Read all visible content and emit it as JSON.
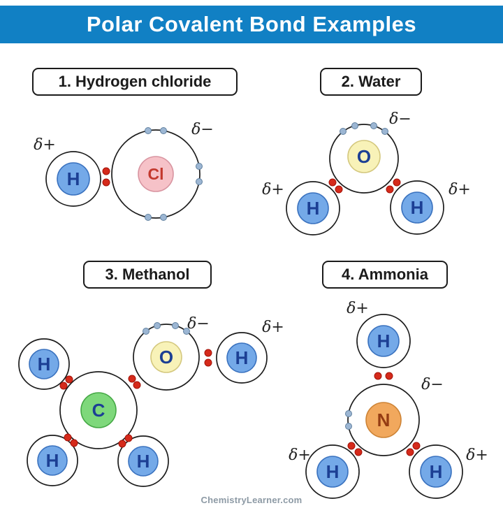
{
  "header": {
    "title": "Polar Covalent Bond Examples"
  },
  "panels": [
    {
      "label": "1. Hydrogen chloride"
    },
    {
      "label": "2. Water"
    },
    {
      "label": "3. Methanol"
    },
    {
      "label": "4. Ammonia"
    }
  ],
  "molecules": {
    "hcl": {
      "h_symbol": "H",
      "cl_symbol": "Cl",
      "delta_on_h": "δ+",
      "delta_on_cl": "δ−"
    },
    "water": {
      "o_symbol": "O",
      "h_left_symbol": "H",
      "h_right_symbol": "H",
      "delta_on_o": "δ−",
      "delta_on_h_left": "δ+",
      "delta_on_h_right": "δ+"
    },
    "methanol": {
      "c_symbol": "C",
      "o_symbol": "O",
      "h_left_symbol": "H",
      "h_bottom_left_symbol": "H",
      "h_bottom_right_symbol": "H",
      "h_on_oxygen_symbol": "H",
      "delta_on_o": "δ−",
      "delta_on_h": "δ+"
    },
    "ammonia": {
      "n_symbol": "N",
      "h_top_symbol": "H",
      "h_bottom_left_symbol": "H",
      "h_bottom_right_symbol": "H",
      "delta_on_h_top": "δ+",
      "delta_on_n": "δ−",
      "delta_on_h_bottom_left": "δ+",
      "delta_on_h_bottom_right": "δ+"
    }
  },
  "colors": {
    "banner_bg": "#1180c4",
    "hydrogen_fill": "#74a9e8",
    "chlorine_fill": "#f6c2c8",
    "oxygen_fill": "#f8f2b8",
    "carbon_fill": "#7ed87b",
    "nitrogen_fill": "#f1a85d",
    "bonding_electron": "#d52a1b",
    "lone_pair_electron": "#9cb6d3"
  },
  "footer": {
    "watermark": "ChemistryLearner.com"
  }
}
